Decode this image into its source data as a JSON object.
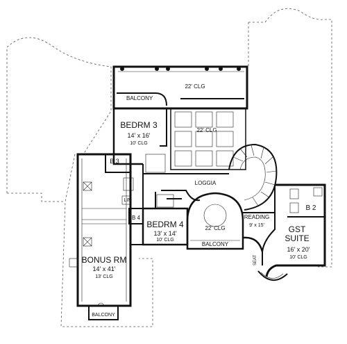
{
  "rooms": {
    "bedroom3": {
      "name": "BEDRM 3",
      "size": "14' x 16'",
      "ceiling": "10' CLG"
    },
    "bedroom4": {
      "name": "BEDRM 4",
      "size": "13' x 14'",
      "ceiling": "10' CLG"
    },
    "bonus": {
      "name": "BONUS RM",
      "size": "14' x 41'",
      "ceiling": "13' CLG"
    },
    "guest_suite": {
      "name_line1": "GST",
      "name_line2": "SUITE",
      "size": "16' x 20'",
      "ceiling": "10' CLG"
    },
    "reading": {
      "name": "READING",
      "size": "9' x 15'"
    },
    "rotunda": {
      "ceiling": "22' CLG"
    }
  },
  "labels": {
    "top_ceiling": "22' CLG",
    "grid_ceiling": "22' CLG",
    "balcony_top": "BALCONY",
    "balcony_mid": "BALCONY",
    "balcony_bottom": "BALCONY",
    "loggia": "LOGGIA",
    "bath3": "B 3",
    "bath4": "B 4",
    "bath2": "B 2",
    "linen": "LIN",
    "seat": "SEAT"
  }
}
